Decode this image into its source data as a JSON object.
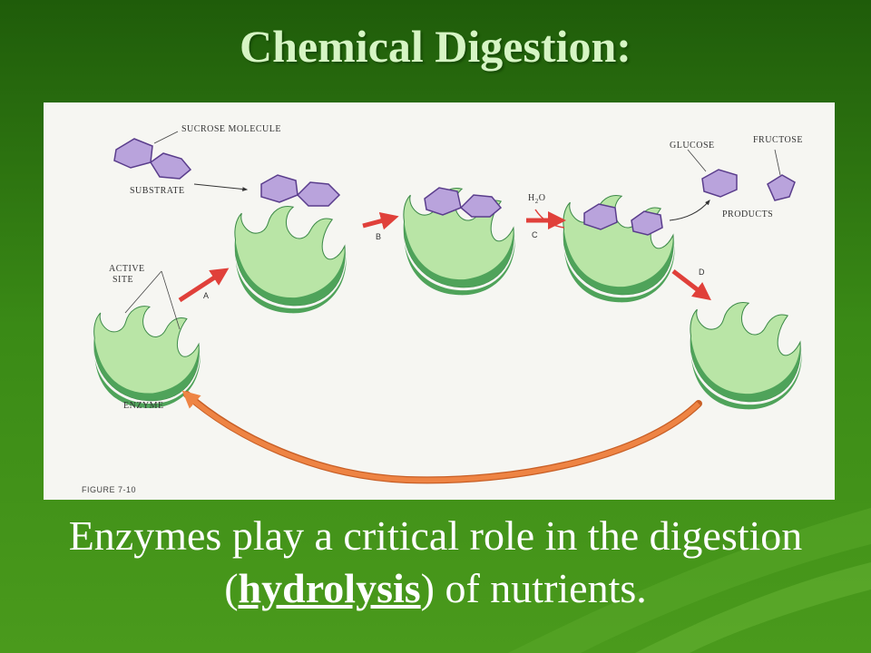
{
  "slide": {
    "title": "Chemical Digestion:",
    "caption_before": "Enzymes play a critical role in the digestion (",
    "caption_keyword": "hydrolysis",
    "caption_after": ") of nutrients."
  },
  "figure": {
    "label": "FIGURE 7-10",
    "labels": {
      "sucrose": "SUCROSE MOLECULE",
      "substrate": "SUBSTRATE",
      "active_site_1": "ACTIVE",
      "active_site_2": "SITE",
      "enzyme": "ENZYME",
      "glucose": "GLUCOSE",
      "fructose": "FRUCTOSE",
      "products": "PRODUCTS",
      "water_h": "H",
      "water_sub": "2",
      "water_o": "O"
    },
    "steps": [
      "A",
      "B",
      "C",
      "D"
    ]
  },
  "colors": {
    "background": "#2f7a12",
    "title_text": "#d6f5c4",
    "enzyme_light": "#b9e5a6",
    "enzyme_dark": "#4fa35a",
    "molecule": "#b9a3dc",
    "molecule_edge": "#5a3d8c",
    "arrow_red": "#e0403a",
    "arrow_orange": "#ee8444"
  }
}
